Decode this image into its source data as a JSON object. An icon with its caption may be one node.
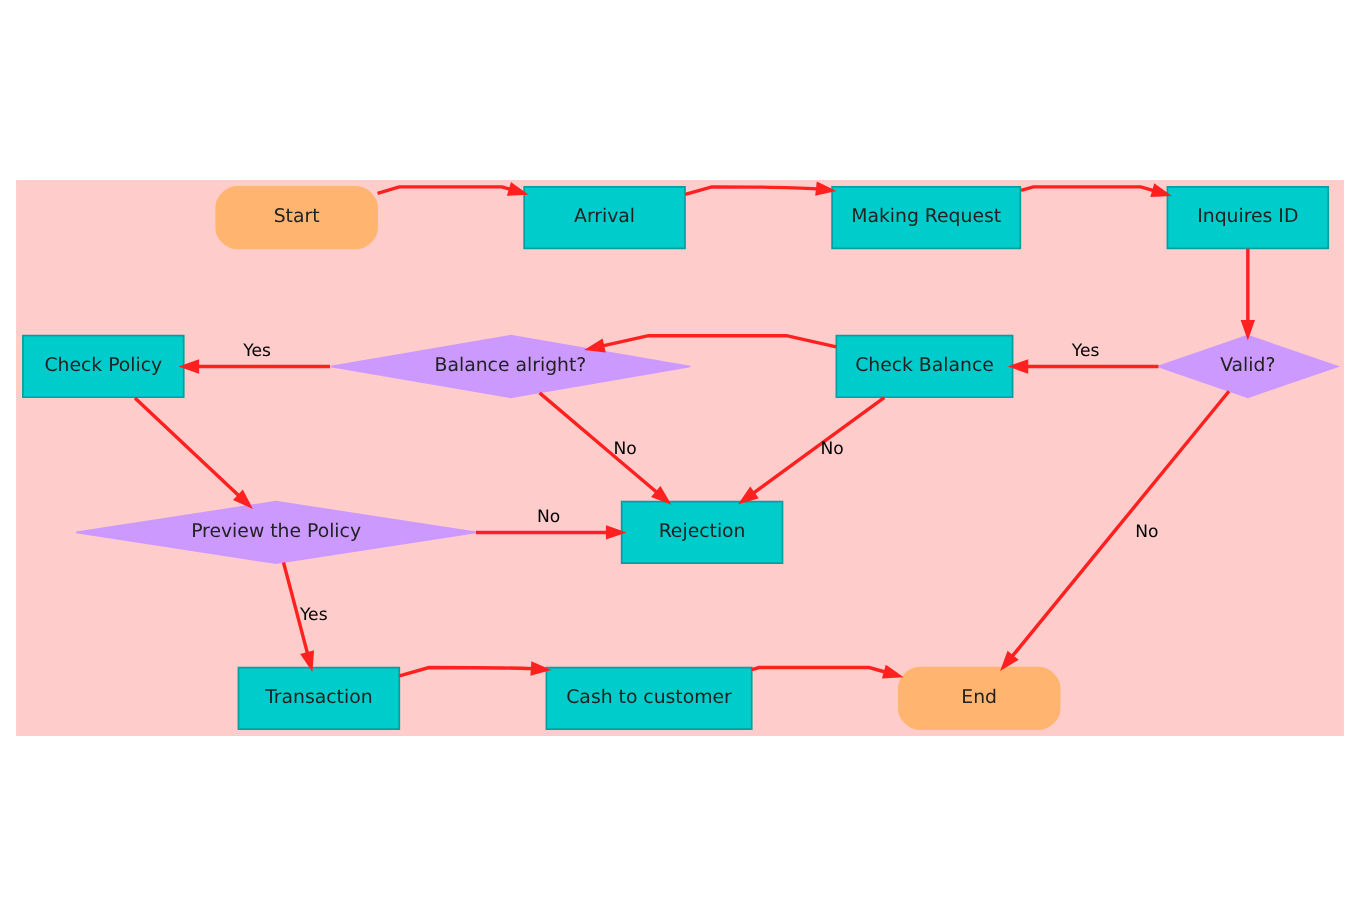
{
  "diagram": {
    "nodes": [
      {
        "text": [
          "Start"
        ]
      },
      {
        "text": [
          "Arrival"
        ]
      },
      {
        "text": [
          "Making Request"
        ]
      },
      {
        "text": [
          "Inquires ID"
        ]
      },
      {
        "text": [
          "Valid?"
        ]
      },
      {
        "text": [
          "Check Balance"
        ]
      },
      {
        "text": [
          "Balance alright?"
        ]
      },
      {
        "text": [
          "Check Policy"
        ]
      },
      {
        "text": [
          "Preview the Policy"
        ]
      },
      {
        "text": [
          "Rejection"
        ]
      },
      {
        "text": [
          "Transaction"
        ]
      },
      {
        "text": [
          "Cash to customer"
        ]
      },
      {
        "text": [
          "End"
        ]
      }
    ],
    "edges": [
      {
        "from": 0,
        "to": 1,
        "arrow": "to"
      },
      {
        "from": 1,
        "to": 2,
        "arrow": "to"
      },
      {
        "from": 2,
        "to": 3,
        "arrow": "to"
      },
      {
        "from": 3,
        "to": 4,
        "arrow": "to"
      },
      {
        "from": 4,
        "to": 5,
        "arrow": "to",
        "label": "Yes"
      },
      {
        "from": 5,
        "to": 6,
        "arrow": "to"
      },
      {
        "from": 6,
        "to": 7,
        "arrow": "to",
        "label": "Yes"
      },
      {
        "from": 6,
        "to": 9,
        "arrow": "to",
        "label": "No"
      },
      {
        "from": 5,
        "to": 9,
        "arrow": "to",
        "label": "No"
      },
      {
        "from": 4,
        "to": 12,
        "arrow": "to",
        "label": "No"
      },
      {
        "from": 7,
        "to": 8,
        "arrow": "to"
      },
      {
        "from": 8,
        "to": 9,
        "arrow": "to",
        "label": "No"
      },
      {
        "from": 8,
        "to": 10,
        "arrow": "to",
        "label": "Yes"
      },
      {
        "from": 10,
        "to": 11,
        "arrow": "to"
      },
      {
        "from": 11,
        "to": 12,
        "arrow": "to"
      }
    ]
  }
}
